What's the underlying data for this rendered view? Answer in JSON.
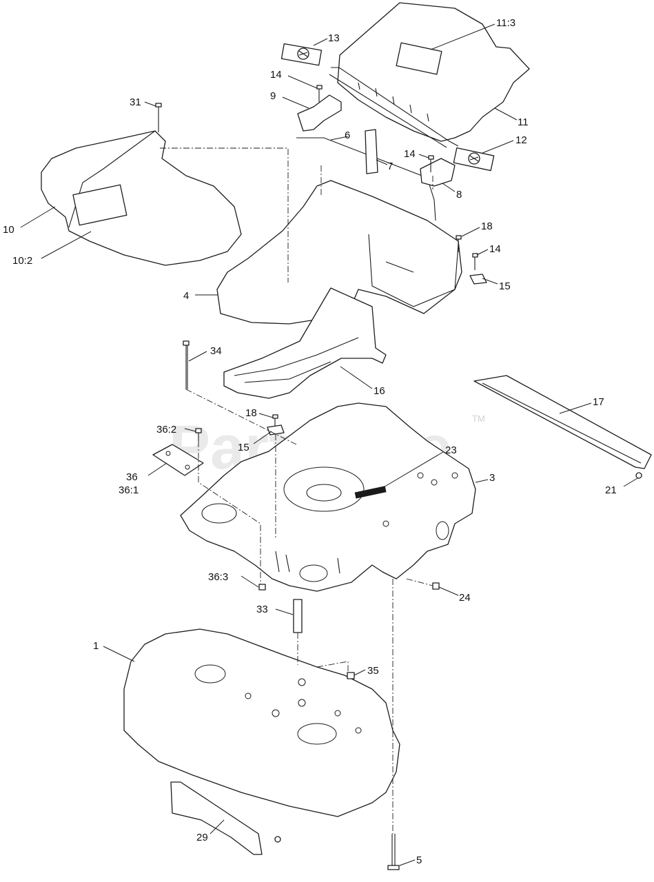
{
  "watermark": {
    "text": "PartsTree",
    "tm": "TM"
  },
  "callouts": [
    {
      "id": "c1",
      "label": "1"
    },
    {
      "id": "c3",
      "label": "3"
    },
    {
      "id": "c4",
      "label": "4"
    },
    {
      "id": "c5",
      "label": "5"
    },
    {
      "id": "c6",
      "label": "6"
    },
    {
      "id": "c7",
      "label": "7"
    },
    {
      "id": "c8",
      "label": "8"
    },
    {
      "id": "c9",
      "label": "9"
    },
    {
      "id": "c10",
      "label": "10"
    },
    {
      "id": "c10_2",
      "label": "10:2"
    },
    {
      "id": "c11",
      "label": "11"
    },
    {
      "id": "c11_3",
      "label": "11:3"
    },
    {
      "id": "c12",
      "label": "12"
    },
    {
      "id": "c13",
      "label": "13"
    },
    {
      "id": "c14a",
      "label": "14"
    },
    {
      "id": "c14b",
      "label": "14"
    },
    {
      "id": "c14c",
      "label": "14"
    },
    {
      "id": "c15a",
      "label": "15"
    },
    {
      "id": "c15b",
      "label": "15"
    },
    {
      "id": "c16",
      "label": "16"
    },
    {
      "id": "c17",
      "label": "17"
    },
    {
      "id": "c18a",
      "label": "18"
    },
    {
      "id": "c18b",
      "label": "18"
    },
    {
      "id": "c21",
      "label": "21"
    },
    {
      "id": "c23",
      "label": "23"
    },
    {
      "id": "c24",
      "label": "24"
    },
    {
      "id": "c29",
      "label": "29"
    },
    {
      "id": "c31",
      "label": "31"
    },
    {
      "id": "c33",
      "label": "33"
    },
    {
      "id": "c34",
      "label": "34"
    },
    {
      "id": "c35",
      "label": "35"
    },
    {
      "id": "c36",
      "label": "36"
    },
    {
      "id": "c36_1",
      "label": "36:1"
    },
    {
      "id": "c36_2",
      "label": "36:2"
    },
    {
      "id": "c36_3",
      "label": "36:3"
    }
  ]
}
